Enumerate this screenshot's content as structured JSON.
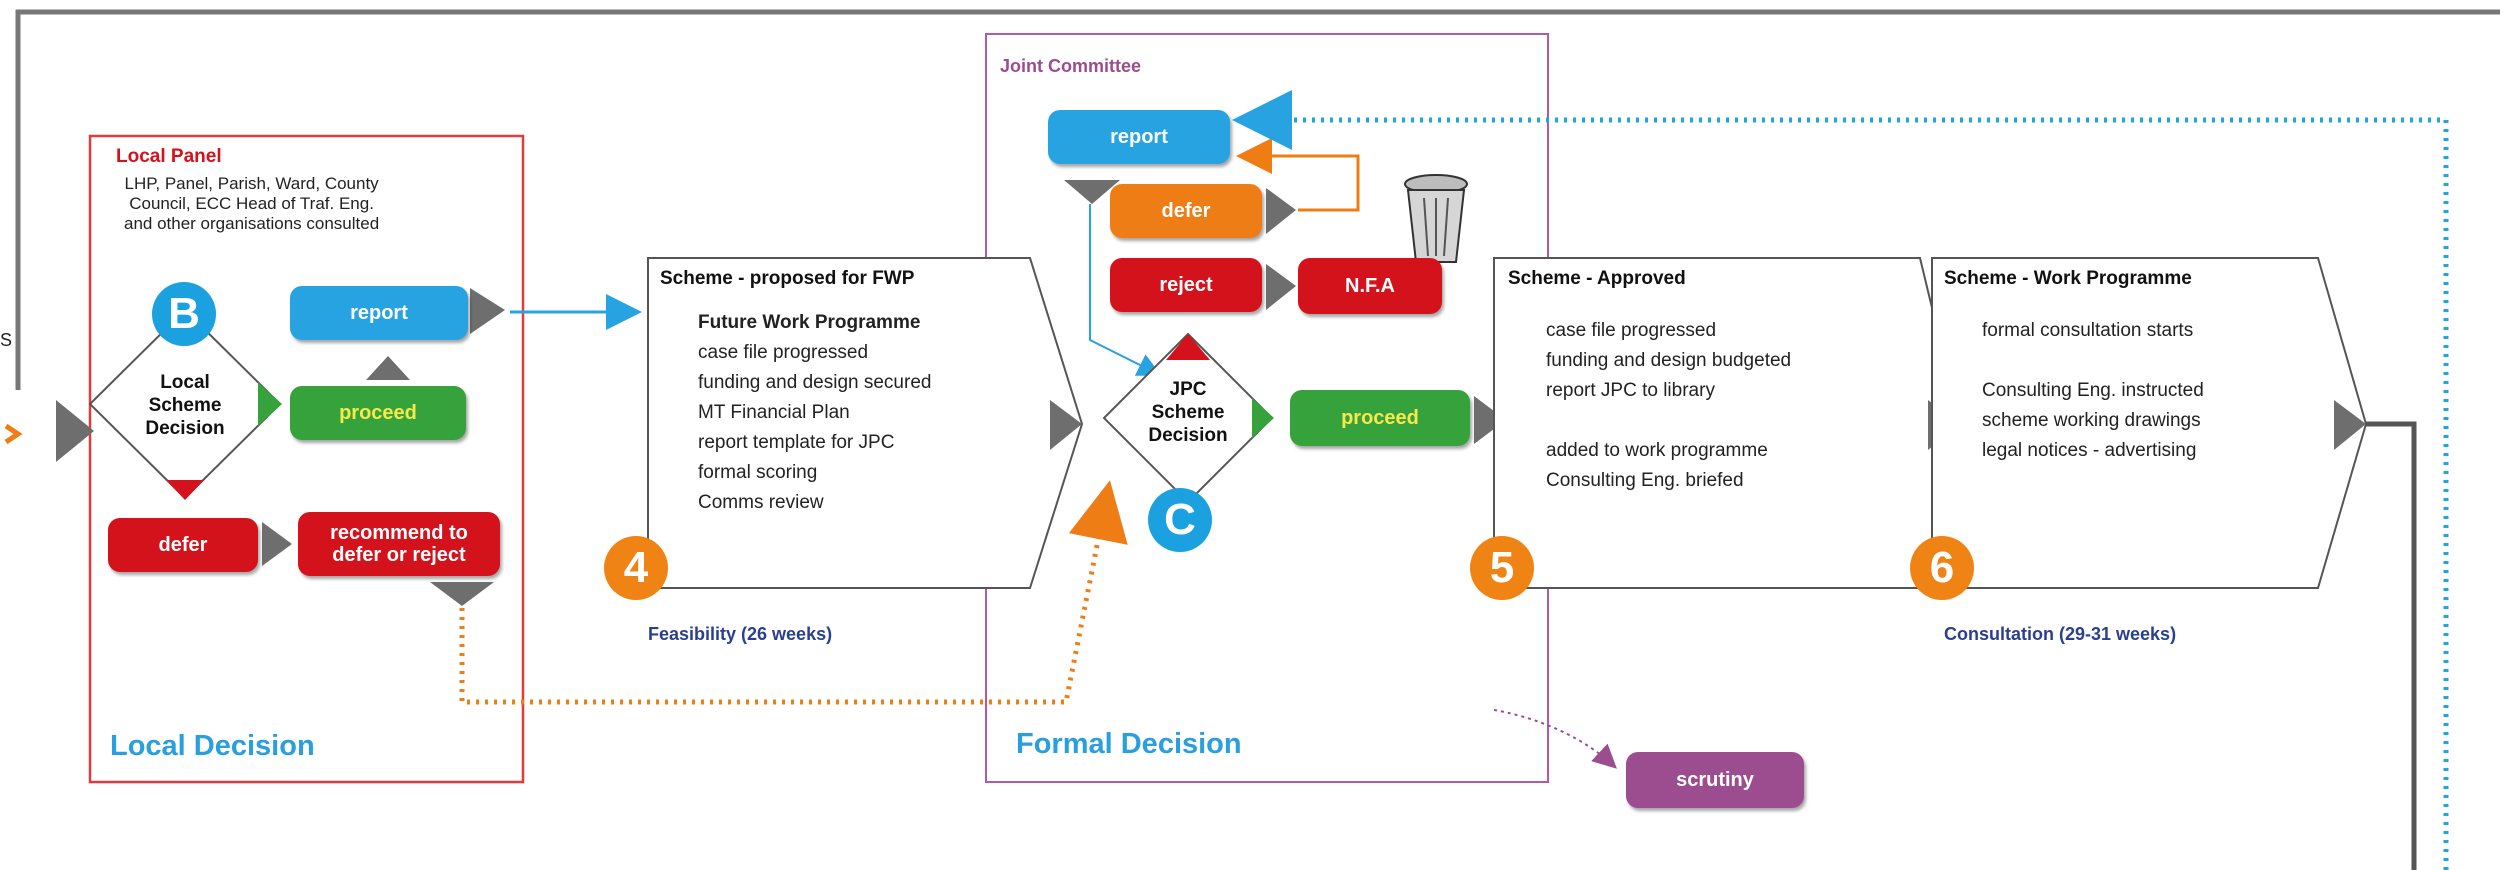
{
  "local_panel": {
    "title": "Local Panel",
    "description_lines": [
      "LHP, Panel, Parish, Ward, County",
      "Council, ECC Head of Traf. Eng.",
      "and other organisations consulted"
    ],
    "badge": "B",
    "decision_lines": [
      "Local",
      "Scheme",
      "Decision"
    ],
    "buttons": {
      "report": "report",
      "proceed": "proceed",
      "defer": "defer",
      "recommend_lines": [
        "recommend to",
        "defer or reject"
      ]
    },
    "footer": "Local Decision"
  },
  "feasibility": {
    "title": "Scheme  - proposed for FWP",
    "items": [
      "Future Work Programme",
      "case file progressed",
      "funding and design secured",
      "MT Financial Plan",
      "report template for JPC",
      "formal scoring",
      "Comms review"
    ],
    "badge": "4",
    "duration": "Feasibility (26 weeks)"
  },
  "joint_committee": {
    "title": "Joint Committee",
    "buttons": {
      "report": "report",
      "defer": "defer",
      "reject": "reject",
      "nfa": "N.F.A",
      "proceed": "proceed",
      "scrutiny": "scrutiny"
    },
    "decision_lines": [
      "JPC",
      "Scheme",
      "Decision"
    ],
    "badge": "C",
    "footer": "Formal Decision"
  },
  "approved": {
    "title": "Scheme  - Approved",
    "items": [
      "case file progressed",
      "funding and design budgeted",
      "report JPC to library",
      "",
      "added to work programme",
      "Consulting Eng. briefed"
    ],
    "badge": "5"
  },
  "work_programme": {
    "title": "Scheme   - Work Programme",
    "items": [
      "formal consultation starts",
      "",
      "Consulting Eng. instructed",
      "scheme working drawings",
      "legal notices - advertising"
    ],
    "badge": "6",
    "duration": "Consultation (29-31 weeks)"
  },
  "edge_marks": {
    "left_label": "S"
  },
  "colors": {
    "blue": "#27a3e2",
    "green": "#35a23b",
    "red": "#d3121c",
    "orange": "#ef7d16",
    "purple": "#9b4d90",
    "grey_arrow": "#6e6e6e",
    "frame_red": "#e33a3a",
    "frame_purple": "#b25aaa",
    "dotted_blue": "#1ca7e0",
    "dotted_orange": "#ef7d16",
    "label_navy": "#2a3f8f"
  }
}
